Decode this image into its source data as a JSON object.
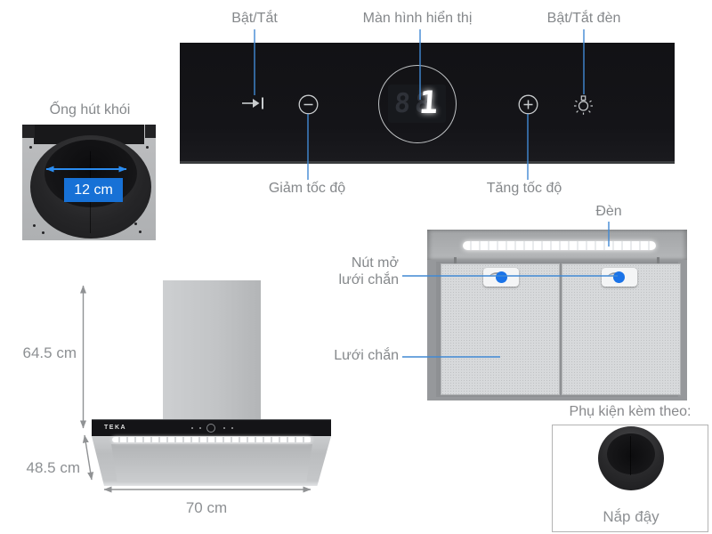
{
  "colors": {
    "callout_blue": "#4189d4",
    "arrow_blue": "#2b8cf0",
    "measure_fill": "#1771d6",
    "dot_blue": "#1a73e8",
    "label_gray": "#85888b",
    "dim_gray": "#8d9093",
    "panel_black": "#141418"
  },
  "control_panel": {
    "labels_top": {
      "power": "Bật/Tắt",
      "display": "Màn hình hiển thị",
      "light": "Bật/Tắt đèn"
    },
    "labels_bottom": {
      "decrease": "Giảm tốc độ",
      "increase": "Tăng tốc độ"
    },
    "display": {
      "ghost_digits": "88",
      "value": "1"
    }
  },
  "duct": {
    "title": "Ống hút khói",
    "diameter": "12 cm"
  },
  "hood": {
    "brand": "TEKA",
    "height": "64.5 cm",
    "depth": "48.5 cm",
    "width": "70 cm"
  },
  "filter": {
    "light_label": "Đèn",
    "open_label_line1": "Nút mở",
    "open_label_line2": "lưới chắn",
    "mesh_label": "Lưới chắn"
  },
  "accessory": {
    "title": "Phụ kiện kèm theo:",
    "item_label": "Nắp đậy"
  }
}
